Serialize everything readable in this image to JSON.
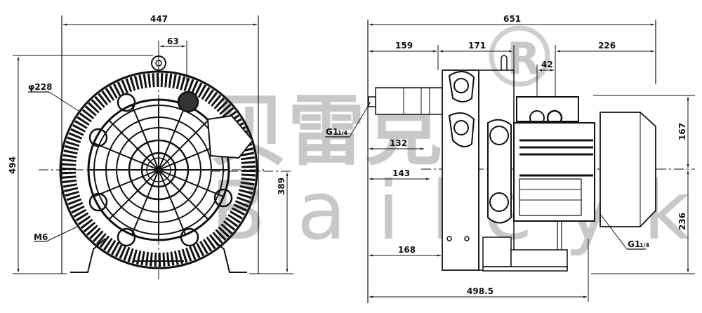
{
  "drawing": {
    "title": "Side channel blower dimension drawing",
    "views": [
      "front-view",
      "side-view"
    ]
  },
  "watermark": {
    "chinese": "贝雷克",
    "latin": "Baileyk",
    "registered_mark": "R",
    "color": "#c8c8c8"
  },
  "front_view": {
    "dimensions": {
      "overall_width": "447",
      "eyebolt_offset": "63",
      "overall_height": "494",
      "axis_height": "389"
    },
    "callouts": {
      "diameter": "φ228",
      "mount_thread": "M6"
    }
  },
  "side_view": {
    "dimensions": {
      "overall_length": "651",
      "inlet_offset": "159",
      "flange_spacing": "171",
      "terminal_box_spacing": "42",
      "motor_end": "226",
      "port_depth_1": "132",
      "port_depth_2": "143",
      "foot_offset": "168",
      "base_length": "498.5",
      "upper_height": "167",
      "lower_height": "236"
    },
    "callouts": {
      "port_left": "G1",
      "port_left_sub": "1/4",
      "port_right": "G1",
      "port_right_sub": "1/4"
    }
  },
  "colors": {
    "line": "#111111",
    "background": "#ffffff"
  }
}
